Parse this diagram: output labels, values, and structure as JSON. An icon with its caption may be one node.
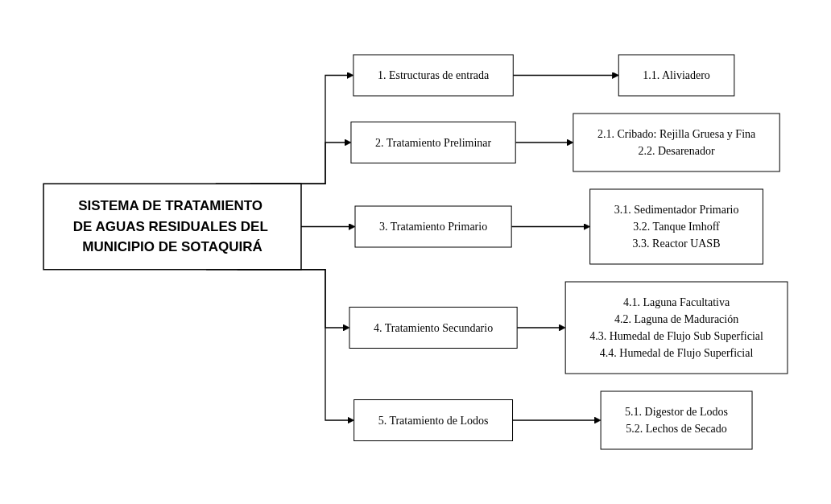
{
  "diagram": {
    "nodes": [
      {
        "text": [
          "SISTEMA DE TRATAMIENTO DE AGUAS RESIDUALES DEL MUNICIPIO DE SOTAQUIRÁ"
        ]
      },
      {
        "text": [
          "1. Estructuras de entrada"
        ]
      },
      {
        "text": [
          "2. Tratamiento Preliminar"
        ]
      },
      {
        "text": [
          "3. Tratamiento Primario"
        ]
      },
      {
        "text": [
          "4. Tratamiento Secundario"
        ]
      },
      {
        "text": [
          "5. Tratamiento de Lodos"
        ]
      },
      {
        "text": [
          "1.1. Aliviadero"
        ]
      },
      {
        "text": [
          "2.1. Cribado: Rejilla Gruesa y Fina",
          "2.2. Desarenador"
        ]
      },
      {
        "text": [
          "3.1. Sedimentador Primario",
          "3.2. Tanque Imhoff",
          "3.3. Reactor UASB"
        ]
      },
      {
        "text": [
          "4.1. Laguna Facultativa",
          "4.2. Laguna de Maduración",
          "4.3. Humedal de Flujo Sub Superficial",
          "4.4. Humedal de Flujo Superficial"
        ]
      },
      {
        "text": [
          "5.1. Digestor de Lodos",
          "5.2. Lechos de Secado"
        ]
      }
    ],
    "edges": [
      {
        "from": 0,
        "to": 1,
        "arrow": "to"
      },
      {
        "from": 0,
        "to": 2,
        "arrow": "to"
      },
      {
        "from": 0,
        "to": 3,
        "arrow": "to"
      },
      {
        "from": 0,
        "to": 4,
        "arrow": "to"
      },
      {
        "from": 0,
        "to": 5,
        "arrow": "to"
      },
      {
        "from": 1,
        "to": 6,
        "arrow": "to"
      },
      {
        "from": 2,
        "to": 7,
        "arrow": "to"
      },
      {
        "from": 3,
        "to": 8,
        "arrow": "to"
      },
      {
        "from": 4,
        "to": 9,
        "arrow": "to"
      },
      {
        "from": 5,
        "to": 10,
        "arrow": "to"
      }
    ]
  }
}
